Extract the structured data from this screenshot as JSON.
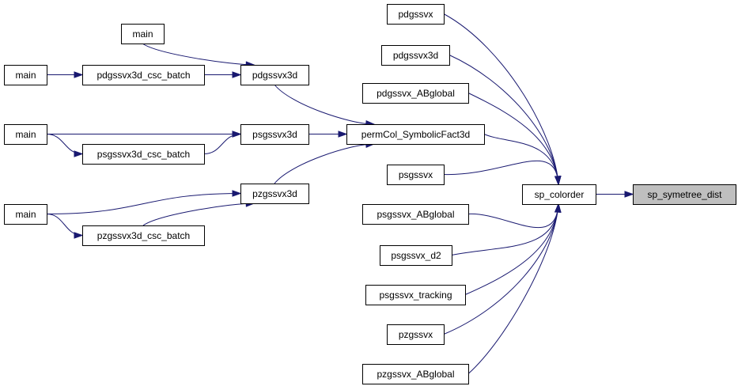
{
  "graph": {
    "nodes": {
      "main_a": "main",
      "main_b": "main",
      "main_c": "main",
      "main_d": "main",
      "pdgssvx3d_csc_batch": "pdgssvx3d_csc_batch",
      "psgssvx3d_csc_batch": "psgssvx3d_csc_batch",
      "pzgssvx3d_csc_batch": "pzgssvx3d_csc_batch",
      "pdgssvx3d": "pdgssvx3d",
      "psgssvx3d": "psgssvx3d",
      "pzgssvx3d": "pzgssvx3d",
      "permCol_SymbolicFact3d": "permCol_SymbolicFact3d",
      "pdgssvx": "pdgssvx",
      "pdgssvx3d_r": "pdgssvx3d",
      "pdgssvx_ABglobal": "pdgssvx_ABglobal",
      "psgssvx": "psgssvx",
      "psgssvx_ABglobal": "psgssvx_ABglobal",
      "psgssvx_d2": "psgssvx_d2",
      "psgssvx_tracking": "psgssvx_tracking",
      "pzgssvx": "pzgssvx",
      "pzgssvx_ABglobal": "pzgssvx_ABglobal",
      "sp_colorder": "sp_colorder",
      "sp_symetree_dist": "sp_symetree_dist"
    },
    "edges": [
      [
        "main_a",
        "pdgssvx3d"
      ],
      [
        "main_b",
        "pdgssvx3d_csc_batch"
      ],
      [
        "pdgssvx3d_csc_batch",
        "pdgssvx3d"
      ],
      [
        "main_c",
        "psgssvx3d"
      ],
      [
        "main_c",
        "psgssvx3d_csc_batch"
      ],
      [
        "psgssvx3d_csc_batch",
        "psgssvx3d"
      ],
      [
        "main_d",
        "pzgssvx3d"
      ],
      [
        "main_d",
        "pzgssvx3d_csc_batch"
      ],
      [
        "pzgssvx3d_csc_batch",
        "pzgssvx3d"
      ],
      [
        "pdgssvx3d",
        "permCol_SymbolicFact3d"
      ],
      [
        "psgssvx3d",
        "permCol_SymbolicFact3d"
      ],
      [
        "pzgssvx3d",
        "permCol_SymbolicFact3d"
      ],
      [
        "pdgssvx",
        "sp_colorder"
      ],
      [
        "pdgssvx3d_r",
        "sp_colorder"
      ],
      [
        "pdgssvx_ABglobal",
        "sp_colorder"
      ],
      [
        "permCol_SymbolicFact3d",
        "sp_colorder"
      ],
      [
        "psgssvx",
        "sp_colorder"
      ],
      [
        "psgssvx_ABglobal",
        "sp_colorder"
      ],
      [
        "psgssvx_d2",
        "sp_colorder"
      ],
      [
        "psgssvx_tracking",
        "sp_colorder"
      ],
      [
        "pzgssvx",
        "sp_colorder"
      ],
      [
        "pzgssvx_ABglobal",
        "sp_colorder"
      ],
      [
        "sp_colorder",
        "sp_symetree_dist"
      ]
    ]
  },
  "colors": {
    "edge": "#191970",
    "root_fill": "#bfbfbf",
    "node_fill": "#ffffff",
    "node_border": "#000000"
  }
}
